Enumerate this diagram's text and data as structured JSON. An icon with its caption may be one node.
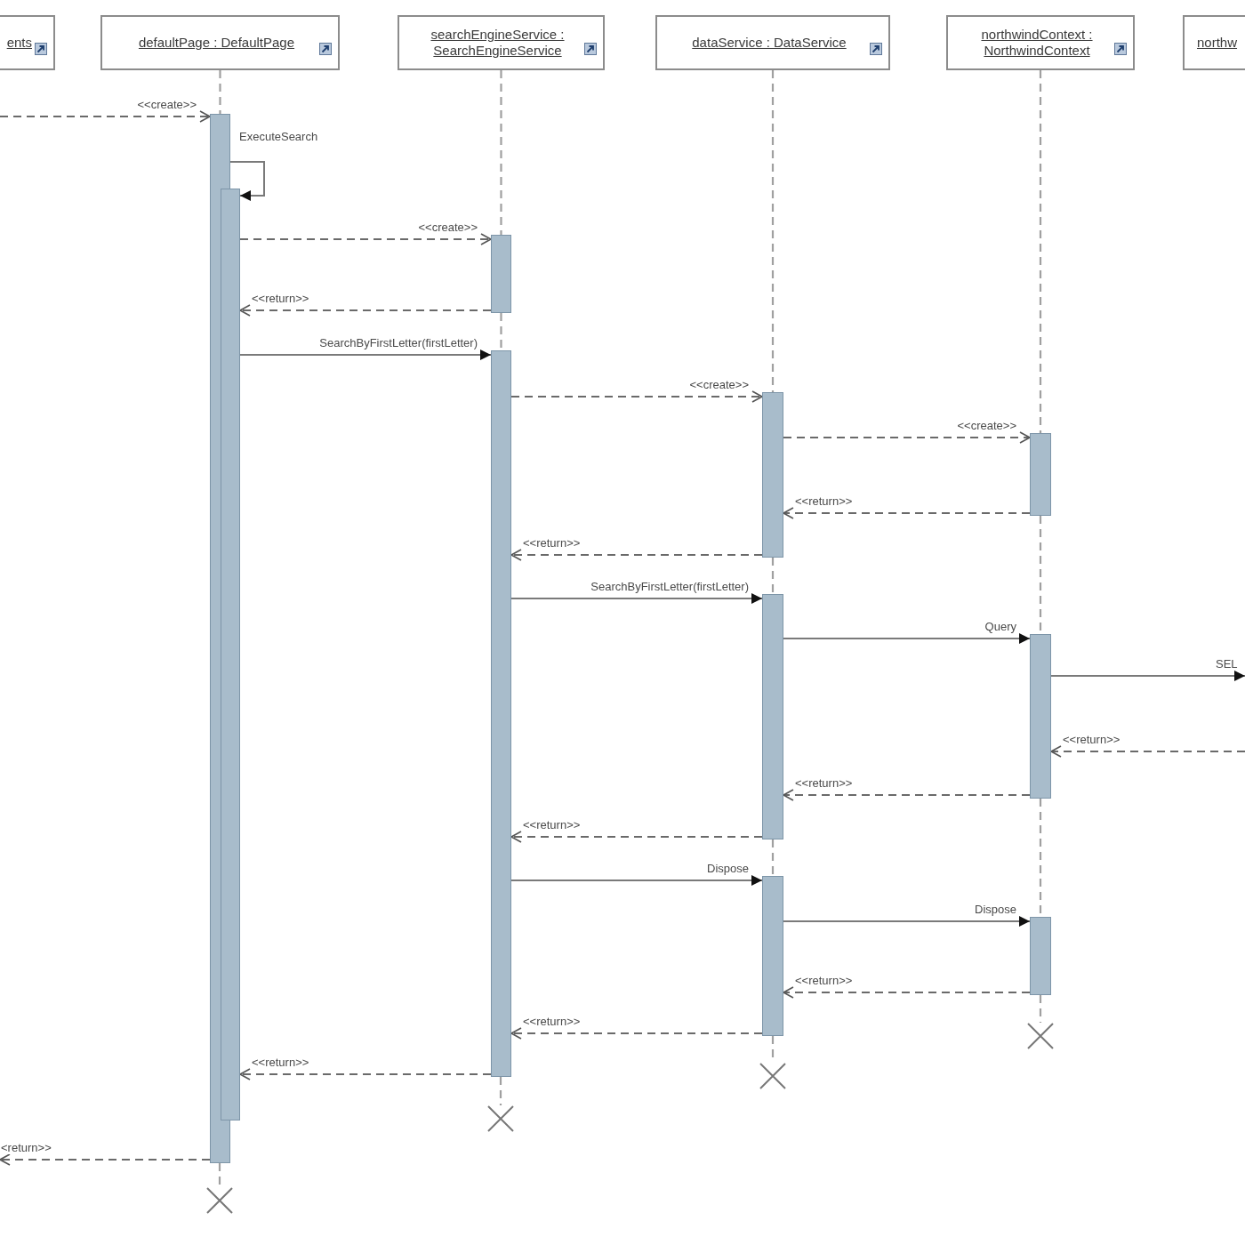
{
  "diagram": {
    "nodes": [
      {
        "text": [
          "ents"
        ]
      },
      {
        "text": [
          "defaultPage : DefaultPage"
        ]
      },
      {
        "text": [
          "searchEngineService : SearchEngineService"
        ]
      },
      {
        "text": [
          "dataService : DataService"
        ]
      },
      {
        "text": [
          "northwindContext : NorthwindContext"
        ]
      },
      {
        "text": [
          "northw"
        ]
      },
      {
        "text": [],
        "shape": "bar"
      },
      {
        "text": [],
        "shape": "bar"
      },
      {
        "text": [],
        "shape": "bar"
      },
      {
        "text": [],
        "shape": "bar"
      },
      {
        "text": [],
        "shape": "bar"
      },
      {
        "text": [],
        "shape": "bar"
      },
      {
        "text": [],
        "shape": "bar"
      },
      {
        "text": [],
        "shape": "bar"
      },
      {
        "text": [],
        "shape": "bar"
      },
      {
        "text": [],
        "shape": "bar"
      },
      {
        "text": [],
        "shape": "cross"
      },
      {
        "text": [],
        "shape": "cross"
      },
      {
        "text": [],
        "shape": "cross"
      },
      {
        "text": [],
        "shape": "cross"
      }
    ],
    "edges": [
      {
        "from": null,
        "to": 6,
        "arrow": "to",
        "label": "<<create>>",
        "style": "dashed"
      },
      {
        "from": 6,
        "to": 7,
        "arrow": "to",
        "label": "ExecuteSearch"
      },
      {
        "from": 7,
        "to": 8,
        "arrow": "to",
        "label": "<<create>>",
        "style": "dashed"
      },
      {
        "from": 8,
        "to": 7,
        "arrow": "to",
        "label": "<<return>>",
        "style": "dashed"
      },
      {
        "from": 7,
        "to": 9,
        "arrow": "to",
        "label": "SearchByFirstLetter(firstLetter)"
      },
      {
        "from": 9,
        "to": 10,
        "arrow": "to",
        "label": "<<create>>",
        "style": "dashed"
      },
      {
        "from": 10,
        "to": 13,
        "arrow": "to",
        "label": "<<create>>",
        "style": "dashed"
      },
      {
        "from": 13,
        "to": 10,
        "arrow": "to",
        "label": "<<return>>",
        "style": "dashed"
      },
      {
        "from": 10,
        "to": 9,
        "arrow": "to",
        "label": "<<return>>",
        "style": "dashed"
      },
      {
        "from": 9,
        "to": 11,
        "arrow": "to",
        "label": "SearchByFirstLetter(firstLetter)"
      },
      {
        "from": 11,
        "to": 14,
        "arrow": "to",
        "label": "Query"
      },
      {
        "from": 14,
        "to": null,
        "arrow": "to",
        "label": "SEL"
      },
      {
        "from": null,
        "to": 14,
        "arrow": "to",
        "label": "<<return>>",
        "style": "dashed"
      },
      {
        "from": 14,
        "to": 11,
        "arrow": "to",
        "label": "<<return>>",
        "style": "dashed"
      },
      {
        "from": 11,
        "to": 9,
        "arrow": "to",
        "label": "<<return>>",
        "style": "dashed"
      },
      {
        "from": 9,
        "to": 12,
        "arrow": "to",
        "label": "Dispose"
      },
      {
        "from": 12,
        "to": 15,
        "arrow": "to",
        "label": "Dispose"
      },
      {
        "from": 15,
        "to": 12,
        "arrow": "to",
        "label": "<<return>>",
        "style": "dashed"
      },
      {
        "from": 12,
        "to": 9,
        "arrow": "to",
        "label": "<<return>>",
        "style": "dashed"
      },
      {
        "from": 9,
        "to": 7,
        "arrow": "to",
        "label": "<<return>>",
        "style": "dashed"
      },
      {
        "from": 6,
        "to": null,
        "arrow": "to",
        "label": "<return>>",
        "style": "dashed"
      },
      {
        "from": 1,
        "to": 6,
        "arrow": "none",
        "style": "dashed",
        "color": "#a0a0a0"
      },
      {
        "from": 6,
        "to": 16,
        "arrow": "none",
        "style": "dashed",
        "color": "#a0a0a0"
      },
      {
        "from": 2,
        "to": 8,
        "arrow": "none",
        "style": "dashed",
        "color": "#a0a0a0"
      },
      {
        "from": 8,
        "to": 9,
        "arrow": "none",
        "style": "dashed",
        "color": "#a0a0a0"
      },
      {
        "from": 9,
        "to": 17,
        "arrow": "none",
        "style": "dashed",
        "color": "#a0a0a0"
      },
      {
        "from": 3,
        "to": 10,
        "arrow": "none",
        "style": "dashed",
        "color": "#a0a0a0"
      },
      {
        "from": 10,
        "to": 11,
        "arrow": "none",
        "style": "dashed",
        "color": "#a0a0a0"
      },
      {
        "from": 11,
        "to": 12,
        "arrow": "none",
        "style": "dashed",
        "color": "#a0a0a0"
      },
      {
        "from": 12,
        "to": 18,
        "arrow": "none",
        "style": "dashed",
        "color": "#a0a0a0"
      },
      {
        "from": 4,
        "to": 13,
        "arrow": "none",
        "style": "dashed",
        "color": "#a0a0a0"
      },
      {
        "from": 13,
        "to": 14,
        "arrow": "none",
        "style": "dashed",
        "color": "#a0a0a0"
      },
      {
        "from": 14,
        "to": 15,
        "arrow": "none",
        "style": "dashed",
        "color": "#a0a0a0"
      },
      {
        "from": 15,
        "to": 19,
        "arrow": "none",
        "style": "dashed",
        "color": "#a0a0a0"
      }
    ]
  }
}
